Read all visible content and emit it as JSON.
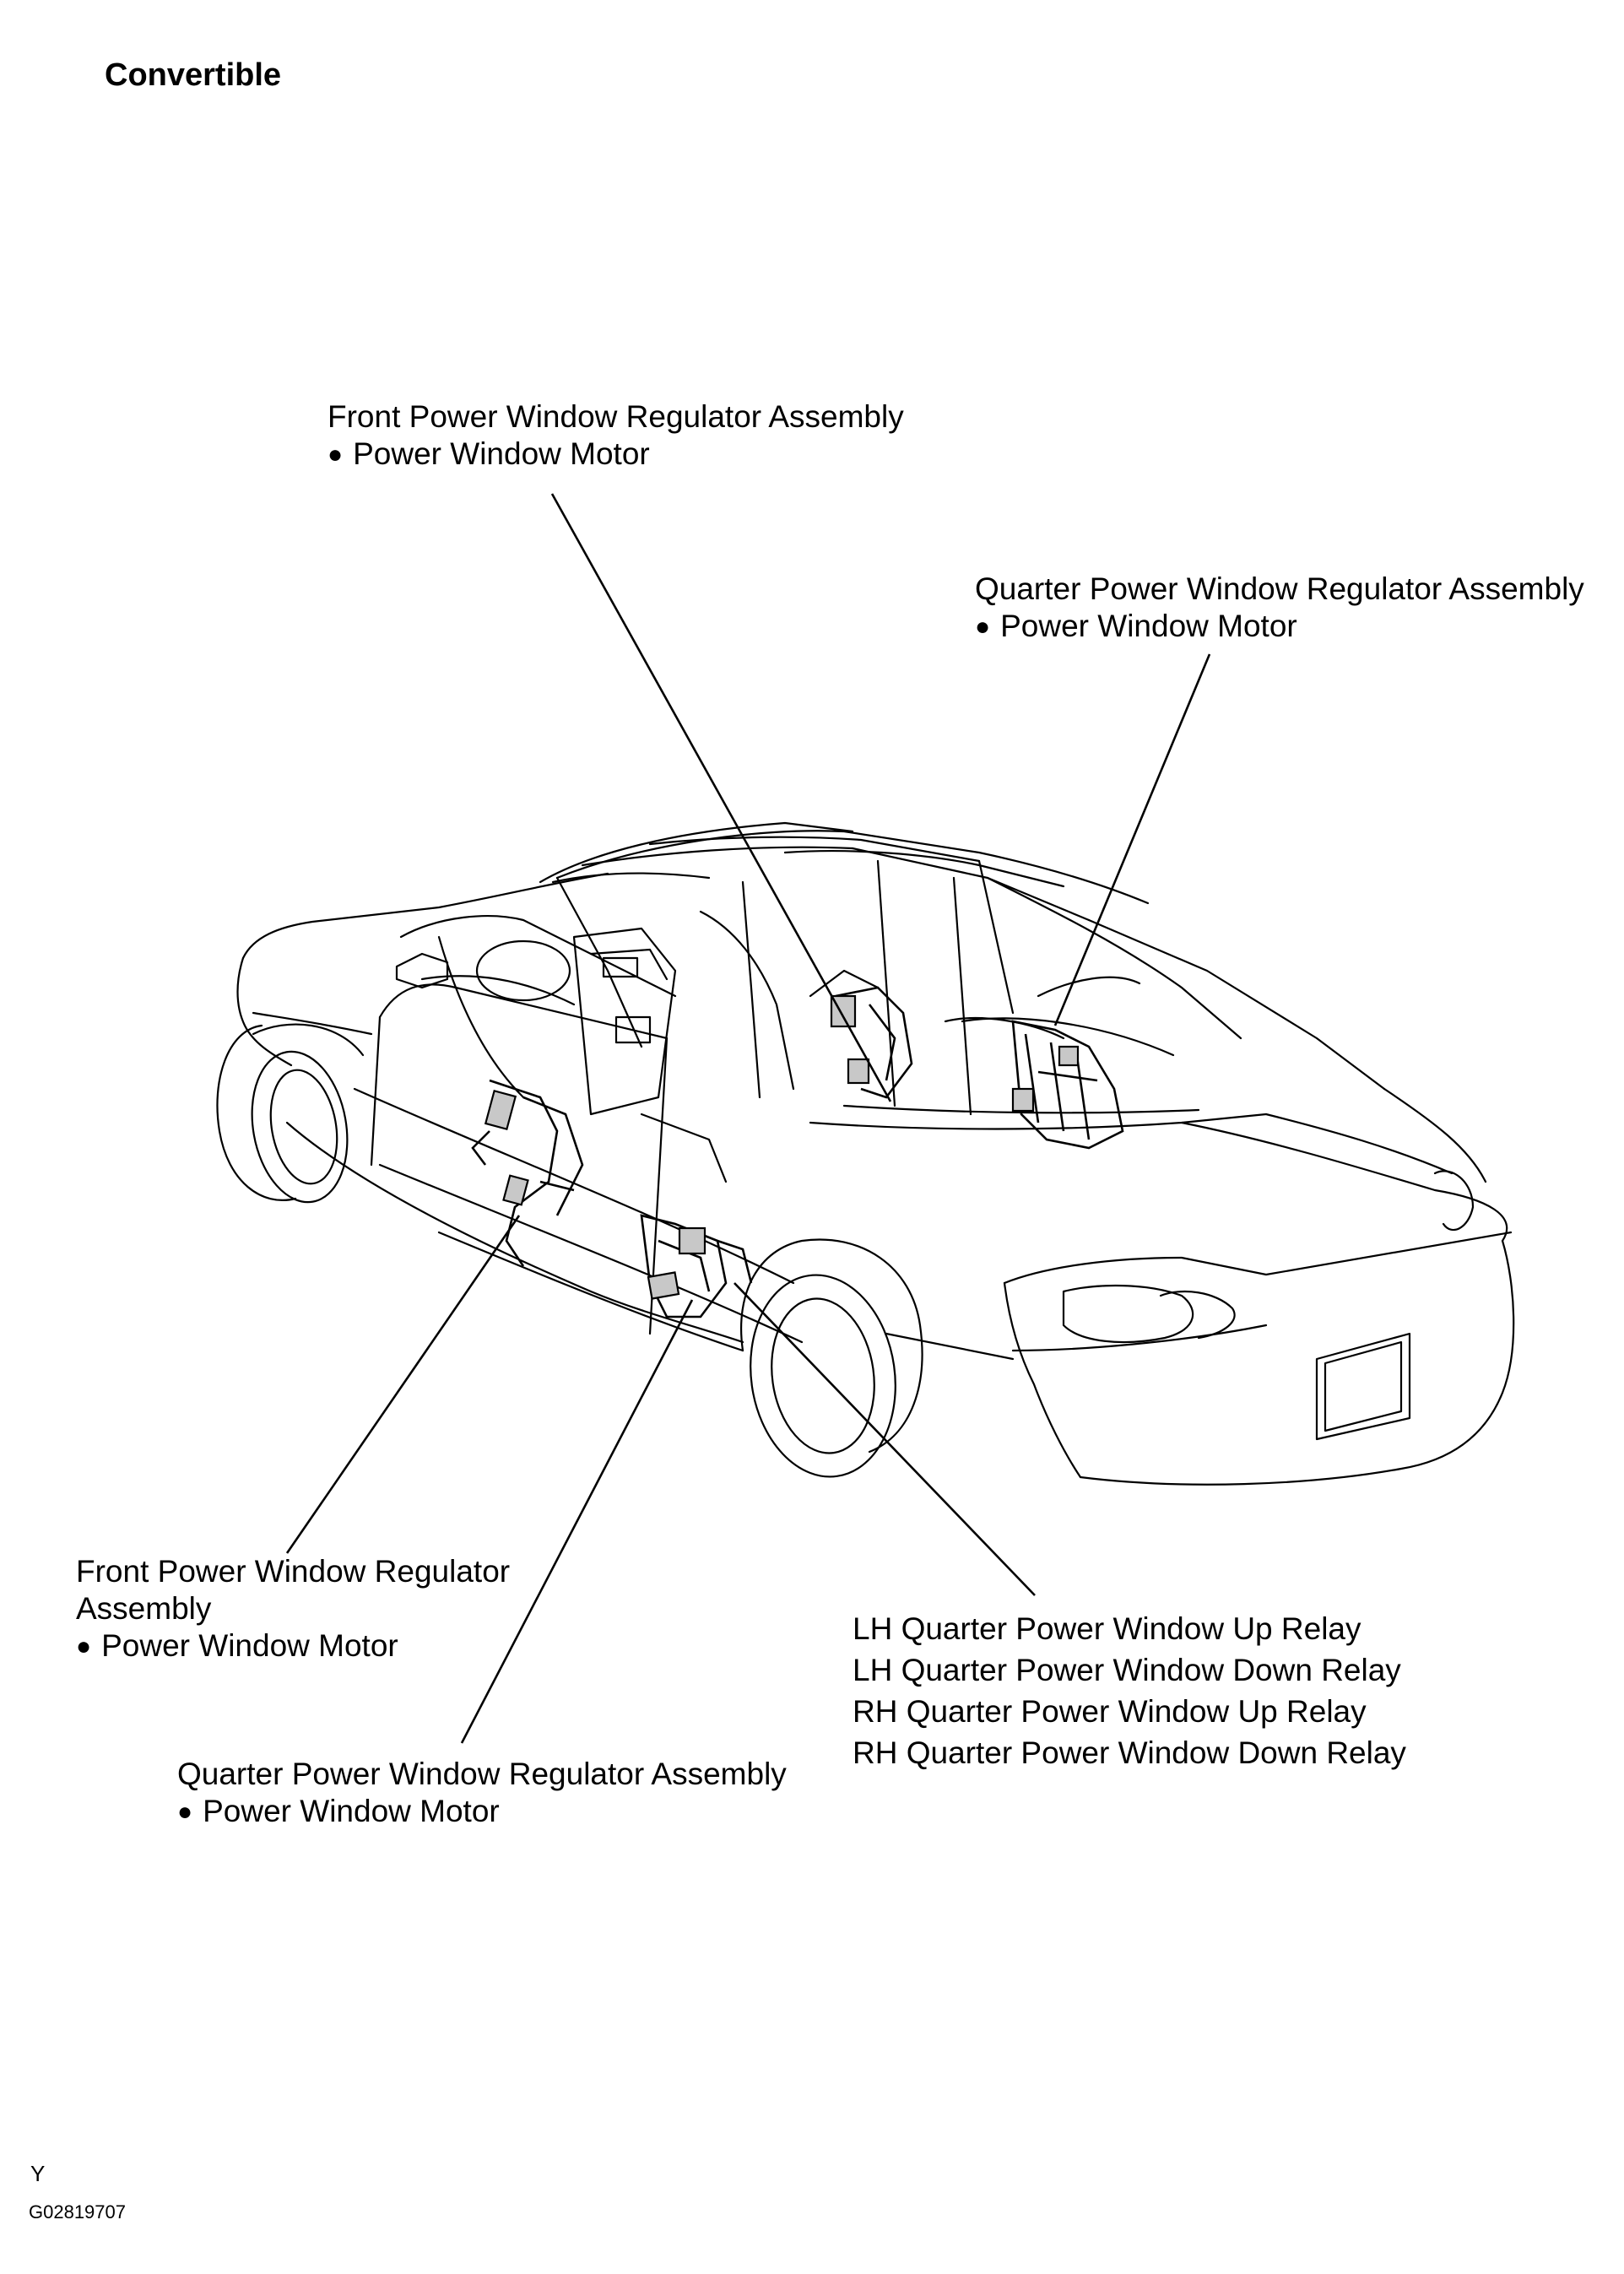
{
  "header": {
    "title": "Convertible"
  },
  "callouts": {
    "front_top": {
      "line1": "Front Power Window Regulator Assembly",
      "line2": "Power Window Motor"
    },
    "quarter_top": {
      "line1": "Quarter Power Window Regulator Assembly",
      "line2": "Power Window Motor"
    },
    "front_bottom": {
      "line1": "Front Power Window Regulator",
      "line2": "Assembly",
      "line3": "Power Window Motor"
    },
    "quarter_bottom": {
      "line1": "Quarter Power Window Regulator Assembly",
      "line2": "Power Window Motor"
    },
    "relays": {
      "items": [
        "LH Quarter Power Window Up Relay",
        "LH Quarter Power Window Down Relay",
        "RH Quarter Power Window Up Relay",
        "RH Quarter Power Window Down Relay"
      ]
    }
  },
  "footer": {
    "mark": "Y",
    "figure_id": "G02819707"
  }
}
